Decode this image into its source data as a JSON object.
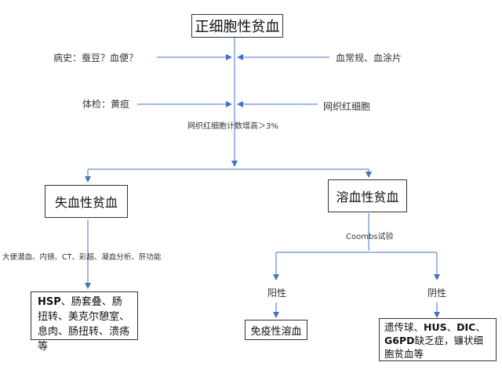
{
  "title": "正细胞性贫血",
  "history": {
    "left": "病史：蚕豆？血便？",
    "right": "血常规、血涂片"
  },
  "exam": {
    "left": "体检：黄疸",
    "right": "网织红细胞"
  },
  "reticulocyte_note": "网织红细胞计数增高＞3%",
  "branch_left": {
    "title": "失血性贫血",
    "tests": "大便潜血、内镜、CT、彩超、凝血分析、肝功能",
    "causes_bold": "HSP",
    "causes_rest": "、肠套叠、肠扭转、美克尔憩室、息肉、肠扭转、溃疡等"
  },
  "branch_right": {
    "title": "溶血性贫血",
    "test": "Coombs试验",
    "positive": {
      "label": "阳性",
      "result": "免疫性溶血"
    },
    "negative": {
      "label": "阴性",
      "result_a": "遗传球、",
      "result_b_bold": "HUS",
      "result_c": "、",
      "result_d_bold": "DIC",
      "result_e": "、",
      "result_f_bold": "G6PD",
      "result_g": "缺乏症，镰状细胞贫血等"
    }
  },
  "colors": {
    "arrow": "#4472c4",
    "border": "#333333"
  }
}
